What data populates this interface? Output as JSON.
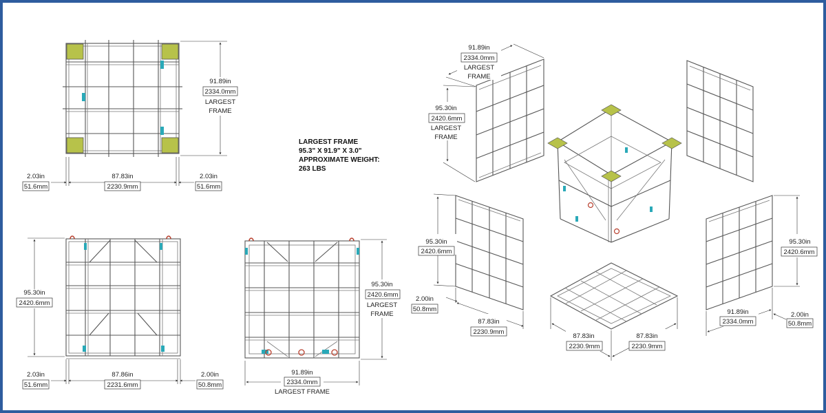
{
  "front_view": {
    "height_in": "91.89in",
    "height_mm": "2334.0mm",
    "height_label_1": "LARGEST",
    "height_label_2": "FRAME",
    "left_in": "2.03in",
    "left_mm": "51.6mm",
    "width_in": "87.83in",
    "width_mm": "2230.9mm",
    "right_in": "2.03in",
    "right_mm": "51.6mm"
  },
  "frame_note": {
    "line1": "LARGEST FRAME",
    "line2": "95.3\" X 91.9\" X 3.0\"",
    "line3": "APPROXIMATE WEIGHT:",
    "line4": "263 LBS"
  },
  "side_view": {
    "height_in": "95.30in",
    "height_mm": "2420.6mm",
    "left_in": "2.03in",
    "left_mm": "51.6mm",
    "width_in": "87.86in",
    "width_mm": "2231.6mm",
    "right_in": "2.00in",
    "right_mm": "50.8mm"
  },
  "back_view": {
    "height_in": "95.30in",
    "height_mm": "2420.6mm",
    "height_label_1": "LARGEST",
    "height_label_2": "FRAME",
    "width_in": "91.89in",
    "width_mm": "2334.0mm",
    "width_label": "LARGEST FRAME"
  },
  "iso_top_left": {
    "width_in": "91.89in",
    "width_mm": "2334.0mm",
    "width_label_1": "LARGEST",
    "width_label_2": "FRAME",
    "height_in": "95.30in",
    "height_mm": "2420.6mm",
    "height_label_1": "LARGEST",
    "height_label_2": "FRAME"
  },
  "iso_left": {
    "height_in": "95.30in",
    "height_mm": "2420.6mm",
    "depth_in": "2.00in",
    "depth_mm": "50.8mm",
    "width_in": "87.83in",
    "width_mm": "2230.9mm"
  },
  "iso_bottom": {
    "a_in": "87.83in",
    "a_mm": "2230.9mm",
    "b_in": "87.83in",
    "b_mm": "2230.9mm"
  },
  "iso_right": {
    "height_in": "95.30in",
    "height_mm": "2420.6mm",
    "width_in": "91.89in",
    "width_mm": "2334.0mm",
    "depth_in": "2.00in",
    "depth_mm": "50.8mm"
  },
  "colors": {
    "border": "#2e5c9e",
    "plate": "#b7c24a",
    "clamp": "#2aa9b8",
    "shackle": "#b8402e"
  }
}
